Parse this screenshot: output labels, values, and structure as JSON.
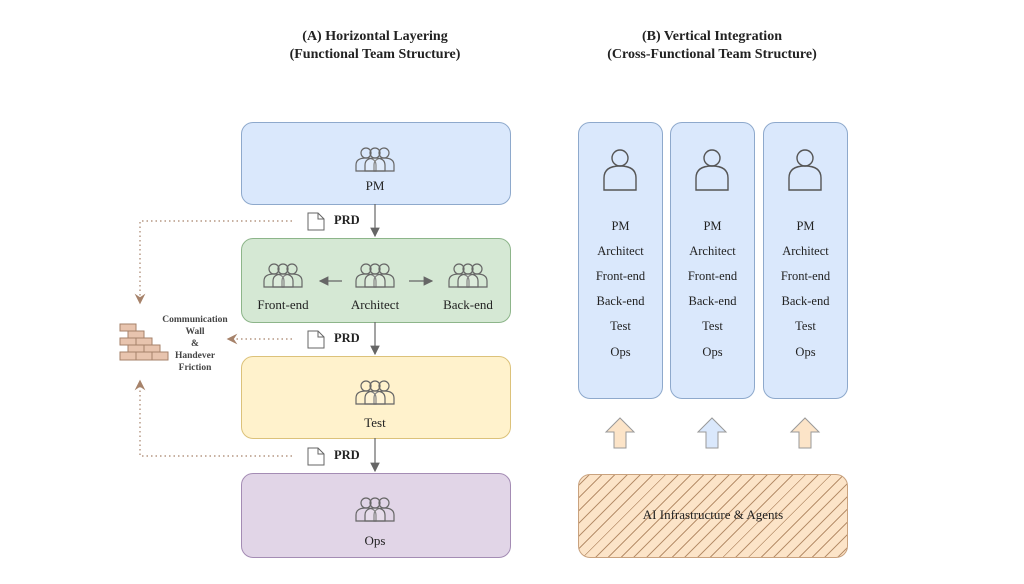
{
  "left": {
    "title_line1": "(A) Horizontal Layering",
    "title_line2": "(Functional Team Structure)",
    "pm_label": "PM",
    "frontend_label": "Front-end",
    "architect_label": "Architect",
    "backend_label": "Back-end",
    "test_label": "Test",
    "ops_label": "Ops",
    "prd_label": "PRD",
    "wall_text": [
      "Communication",
      "Wall",
      "&",
      "Handever",
      "Friction"
    ],
    "colors": {
      "pm": "#dae8fc",
      "dev": "#d5e8d4",
      "test": "#fff2cc",
      "ops": "#e1d5e7",
      "wall": "#e8c4ae"
    }
  },
  "right": {
    "title_line1": "(B) Vertical Integration",
    "title_line2": "(Cross-Functional Team Structure)",
    "columns": [
      {
        "roles": [
          "PM",
          "Architect",
          "Front-end",
          "Back-end",
          "Test",
          "Ops"
        ],
        "arrow_color": "#fce4c8"
      },
      {
        "roles": [
          "PM",
          "Architect",
          "Front-end",
          "Back-end",
          "Test",
          "Ops"
        ],
        "arrow_color": "#dae8fc"
      },
      {
        "roles": [
          "PM",
          "Architect",
          "Front-end",
          "Back-end",
          "Test",
          "Ops"
        ],
        "arrow_color": "#fce4c8"
      }
    ],
    "infra_label": "AI Infrastructure & Agents",
    "infra_color": "#fce4c8"
  }
}
